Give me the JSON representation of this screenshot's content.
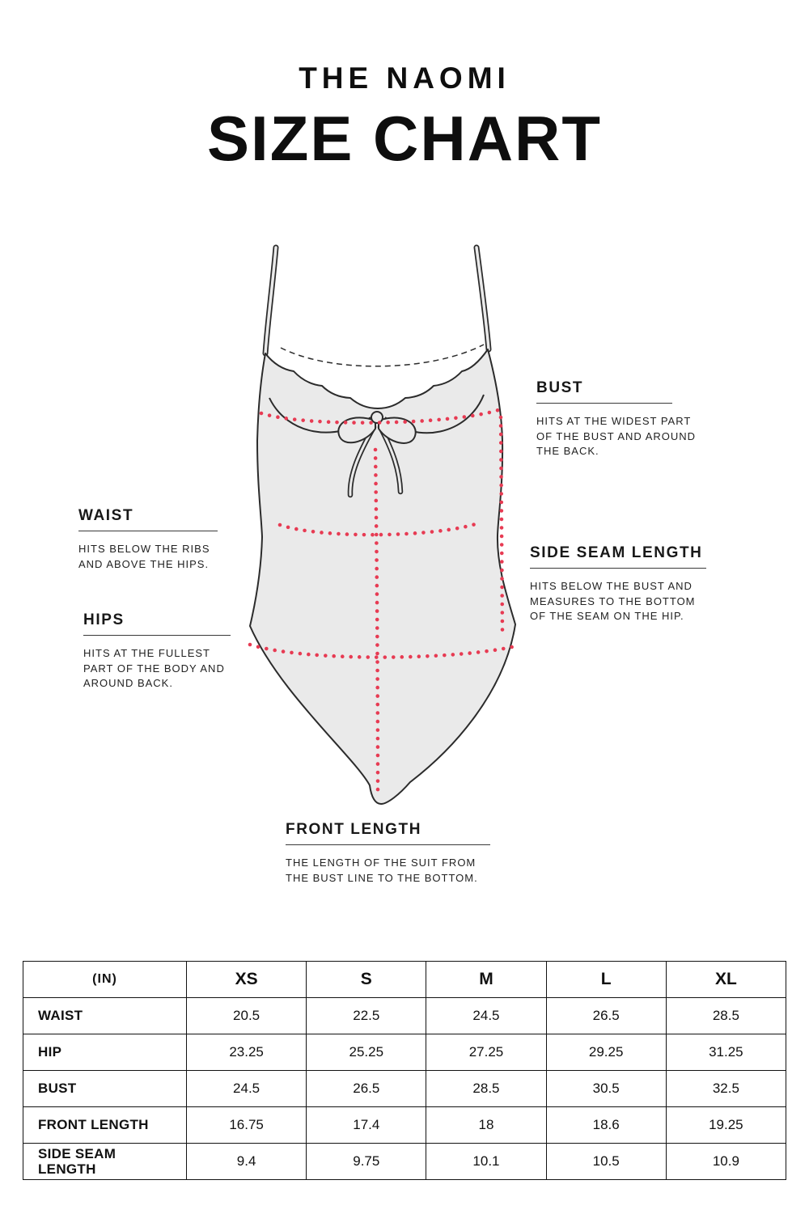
{
  "header": {
    "subtitle": "THE NAOMI",
    "title": "SIZE CHART"
  },
  "annotations": {
    "bust": {
      "title": "BUST",
      "desc": "HITS AT THE WIDEST PART\nOF THE BUST AND AROUND\nTHE BACK."
    },
    "waist": {
      "title": "WAIST",
      "desc": "HITS BELOW THE RIBS\nAND ABOVE THE HIPS."
    },
    "side_seam": {
      "title": "SIDE SEAM LENGTH",
      "desc": "HITS BELOW THE BUST AND\nMEASURES TO THE BOTTOM\nOF THE SEAM ON THE HIP."
    },
    "hips": {
      "title": "HIPS",
      "desc": "HITS AT THE FULLEST\nPART OF THE BODY AND\nAROUND BACK."
    },
    "front_length": {
      "title": "FRONT LENGTH",
      "desc": "THE LENGTH OF THE SUIT FROM\nTHE BUST LINE TO THE BOTTOM."
    }
  },
  "colors": {
    "measure_dotted": "#e73b53",
    "suit_fill": "#eaeaea",
    "suit_outline": "#2b2b2b"
  },
  "chart_data": {
    "type": "table",
    "title": "THE NAOMI SIZE CHART",
    "unit": "IN",
    "columns": [
      "(IN)",
      "XS",
      "S",
      "M",
      "L",
      "XL"
    ],
    "rows": [
      {
        "label": "WAIST",
        "values": [
          "20.5",
          "22.5",
          "24.5",
          "26.5",
          "28.5"
        ]
      },
      {
        "label": "HIP",
        "values": [
          "23.25",
          "25.25",
          "27.25",
          "29.25",
          "31.25"
        ]
      },
      {
        "label": "BUST",
        "values": [
          "24.5",
          "26.5",
          "28.5",
          "30.5",
          "32.5"
        ]
      },
      {
        "label": "FRONT LENGTH",
        "values": [
          "16.75",
          "17.4",
          "18",
          "18.6",
          "19.25"
        ]
      },
      {
        "label": "SIDE SEAM\nLENGTH",
        "values": [
          "9.4",
          "9.75",
          "10.1",
          "10.5",
          "10.9"
        ]
      }
    ]
  }
}
